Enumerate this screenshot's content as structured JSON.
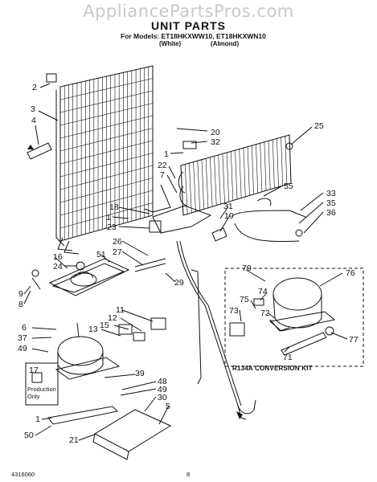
{
  "watermark": "AppliancePartsPros.com",
  "header": {
    "title": "UNIT PARTS",
    "models": "For Models: ET18HKXWW10, ET18HKXWN10",
    "variant_white": "(White)",
    "variant_almond": "(Almond)"
  },
  "callouts": [
    "2",
    "3",
    "4",
    "20",
    "32",
    "1",
    "25",
    "22",
    "7",
    "55",
    "33",
    "35",
    "36",
    "18",
    "31",
    "19",
    "1",
    "23",
    "26",
    "27",
    "16",
    "24",
    "51",
    "29",
    "9",
    "8",
    "70",
    "76",
    "74",
    "75",
    "73",
    "72",
    "6",
    "37",
    "49",
    "11",
    "12",
    "15",
    "13",
    "71",
    "77",
    "17",
    "39",
    "48",
    "49",
    "30",
    "5",
    "50",
    "21",
    "1"
  ],
  "kit_label": "R134A CONVERSION KIT",
  "production_note": "Production Only",
  "footer": {
    "doc_number": "4316060",
    "page_number": "8"
  }
}
